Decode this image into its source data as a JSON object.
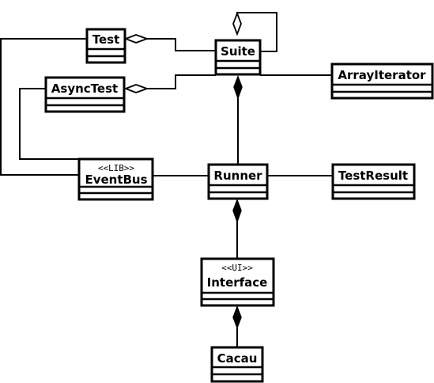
{
  "diagram": {
    "classes": {
      "test": {
        "name": "Test",
        "stereotype": ""
      },
      "suite": {
        "name": "Suite",
        "stereotype": ""
      },
      "asynctest": {
        "name": "AsyncTest",
        "stereotype": ""
      },
      "arrayiterator": {
        "name": "ArrayIterator",
        "stereotype": ""
      },
      "eventbus": {
        "name": "EventBus",
        "stereotype": "<<LIB>>"
      },
      "runner": {
        "name": "Runner",
        "stereotype": ""
      },
      "testresult": {
        "name": "TestResult",
        "stereotype": ""
      },
      "interface": {
        "name": "Interface",
        "stereotype": "<<UI>>"
      },
      "cacau": {
        "name": "Cacau",
        "stereotype": ""
      }
    },
    "relations": [
      {
        "from": "Suite",
        "to": "Test",
        "kind": "aggregation"
      },
      {
        "from": "Suite",
        "to": "AsyncTest",
        "kind": "aggregation"
      },
      {
        "from": "Suite",
        "to": "Suite",
        "kind": "aggregation"
      },
      {
        "from": "Suite",
        "to": "ArrayIterator",
        "kind": "association"
      },
      {
        "from": "Runner",
        "to": "Suite",
        "kind": "composition"
      },
      {
        "from": "Runner",
        "to": "EventBus",
        "kind": "association"
      },
      {
        "from": "Runner",
        "to": "TestResult",
        "kind": "association"
      },
      {
        "from": "Interface",
        "to": "Runner",
        "kind": "composition"
      },
      {
        "from": "Cacau",
        "to": "Interface",
        "kind": "composition"
      },
      {
        "from": "EventBus",
        "to": "Test",
        "kind": "association"
      },
      {
        "from": "EventBus",
        "to": "AsyncTest",
        "kind": "association"
      }
    ]
  }
}
